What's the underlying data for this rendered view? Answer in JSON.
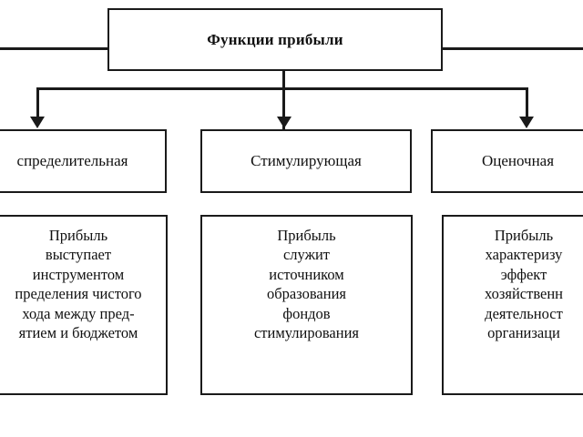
{
  "diagram": {
    "title_box": {
      "label": "Функции прибыли"
    },
    "functions": [
      {
        "id": "raspredelitelnaya",
        "label": "спределительная"
      },
      {
        "id": "stimuliruyushchaya",
        "label": "Стимулирующая"
      },
      {
        "id": "otsenochnaya",
        "label": "Оценочная"
      }
    ],
    "descriptions": [
      {
        "id": "desc-raspredelitelnaya",
        "text": "Прибыль\nвыступает\nинструментом\nпределения чистого\nхода между  пред-\nятием и бюджетом"
      },
      {
        "id": "desc-stimuliruyushchaya",
        "text": "Прибыль\nслужит\nисточником\nобразования\nфондов\nстимулирования"
      },
      {
        "id": "desc-otsenochnaya",
        "text": "Прибыль\nхарактеризу\nэффект\nхозяйственн\nдеятельност\nорганизаци"
      }
    ],
    "connectors": {
      "stem_label": "vertical-stem",
      "bus_label": "horizontal-bus",
      "arrow_labels": [
        "arrow-left",
        "arrow-center",
        "arrow-right"
      ]
    },
    "colors": {
      "stroke": "#1a1a1a",
      "background": "#ffffff",
      "text": "#101010"
    }
  }
}
